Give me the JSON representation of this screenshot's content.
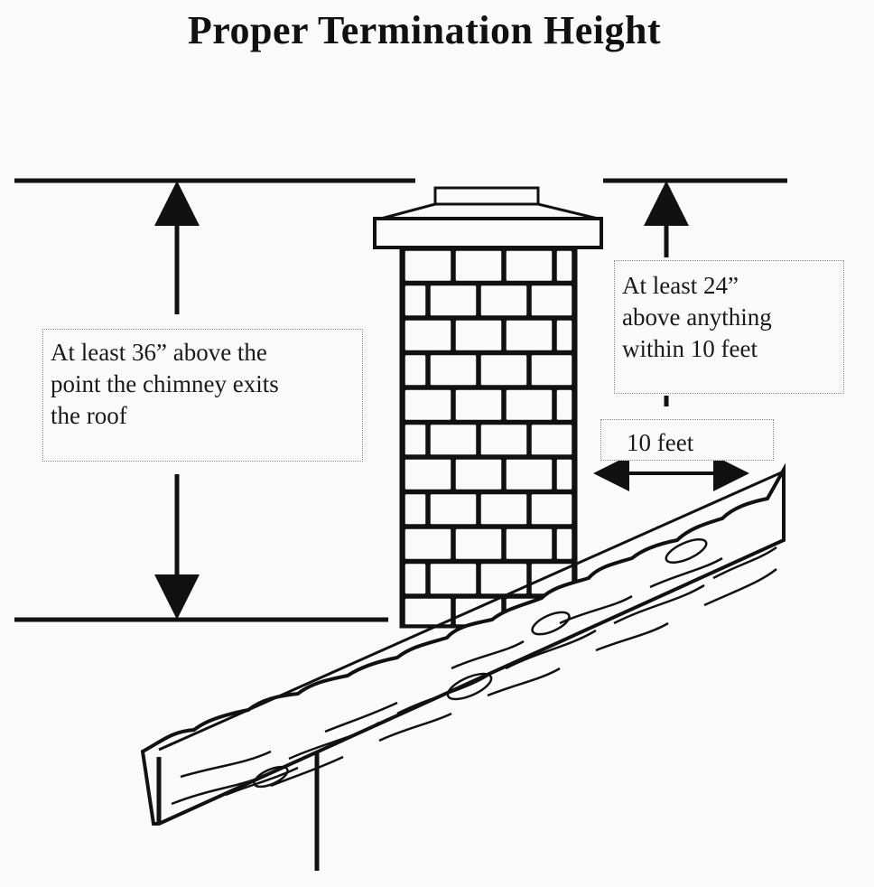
{
  "title": "Proper Termination Height",
  "labels": {
    "min_36": {
      "lines": [
        "At least 36” above the",
        "point the chimney exits",
        "the roof"
      ]
    },
    "min_24": {
      "lines": [
        "At least 24”",
        "above anything",
        "within 10 feet"
      ]
    },
    "distance_10": {
      "text": "10 feet"
    }
  },
  "colors": {
    "ink": "#111111",
    "paper": "#fafafa",
    "box_border": "#8a8a8a"
  }
}
